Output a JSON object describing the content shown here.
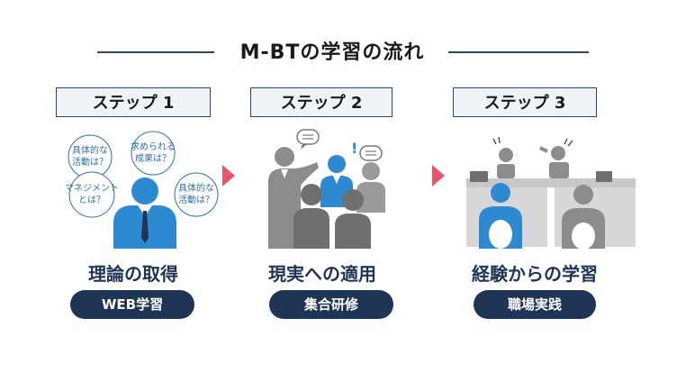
{
  "title": "M-BTの学習の流れ",
  "steps": [
    {
      "label": "ステップ 1",
      "caption": "理論の取得",
      "method": "WEB学習",
      "bubbles": [
        [
          "具体的な",
          "活動は？"
        ],
        [
          "求められる",
          "成果は？"
        ],
        [
          "マネジメント",
          "とは？"
        ],
        [
          "具体的な",
          "活動は？"
        ]
      ]
    },
    {
      "label": "ステップ 2",
      "caption": "現実への適用",
      "method": "集合研修"
    },
    {
      "label": "ステップ 3",
      "caption": "経験からの学習",
      "method": "職場実践"
    }
  ],
  "colors": {
    "navy": "#1f3556",
    "blue": "#2e8ad0",
    "gray": "#8c8c8c",
    "arrow": "#e8546e"
  }
}
